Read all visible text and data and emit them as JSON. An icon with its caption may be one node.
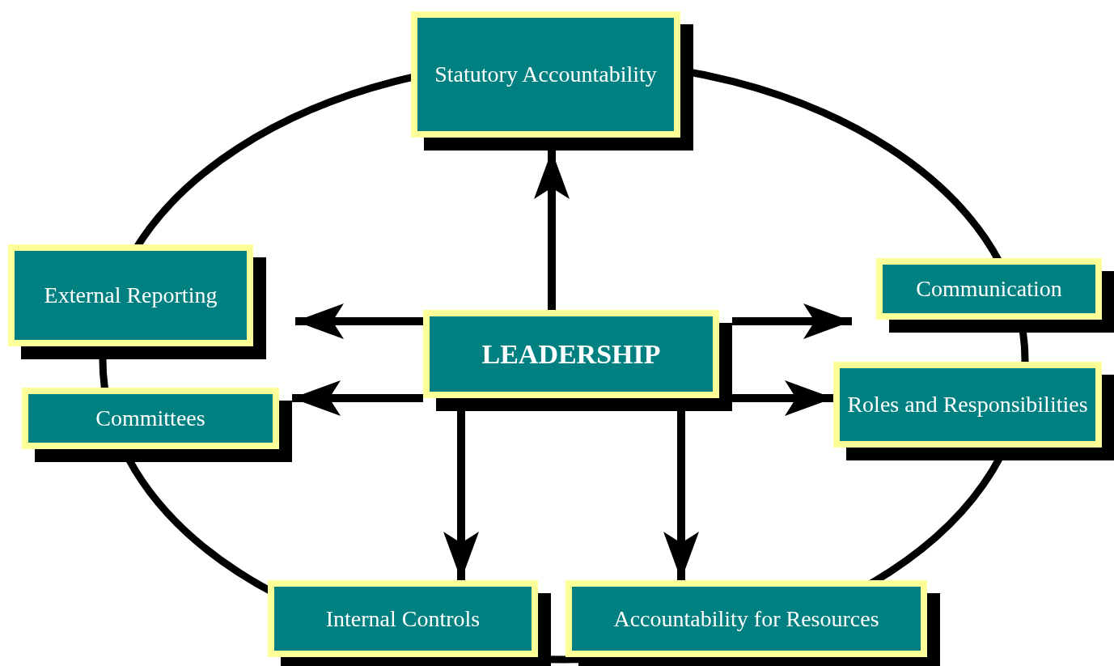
{
  "diagram": {
    "nodes": [
      {
        "text": [
          "LEADERSHIP"
        ]
      },
      {
        "text": [
          "Statutory Accountability"
        ]
      },
      {
        "text": [
          "External Reporting"
        ]
      },
      {
        "text": [
          "Committees"
        ]
      },
      {
        "text": [
          "Communication"
        ]
      },
      {
        "text": [
          "Roles and Responsibilities"
        ]
      },
      {
        "text": [
          "Internal Controls"
        ]
      },
      {
        "text": [
          "Accountability for Resources"
        ]
      }
    ],
    "edges": [
      {
        "from": 0,
        "to": 1,
        "arrow": "to"
      },
      {
        "from": 0,
        "to": 2,
        "arrow": "to"
      },
      {
        "from": 0,
        "to": 3,
        "arrow": "to"
      },
      {
        "from": 0,
        "to": 4,
        "arrow": "to"
      },
      {
        "from": 0,
        "to": 5,
        "arrow": "to"
      },
      {
        "from": 0,
        "to": 6,
        "arrow": "to"
      },
      {
        "from": 0,
        "to": 7,
        "arrow": "to"
      }
    ]
  }
}
